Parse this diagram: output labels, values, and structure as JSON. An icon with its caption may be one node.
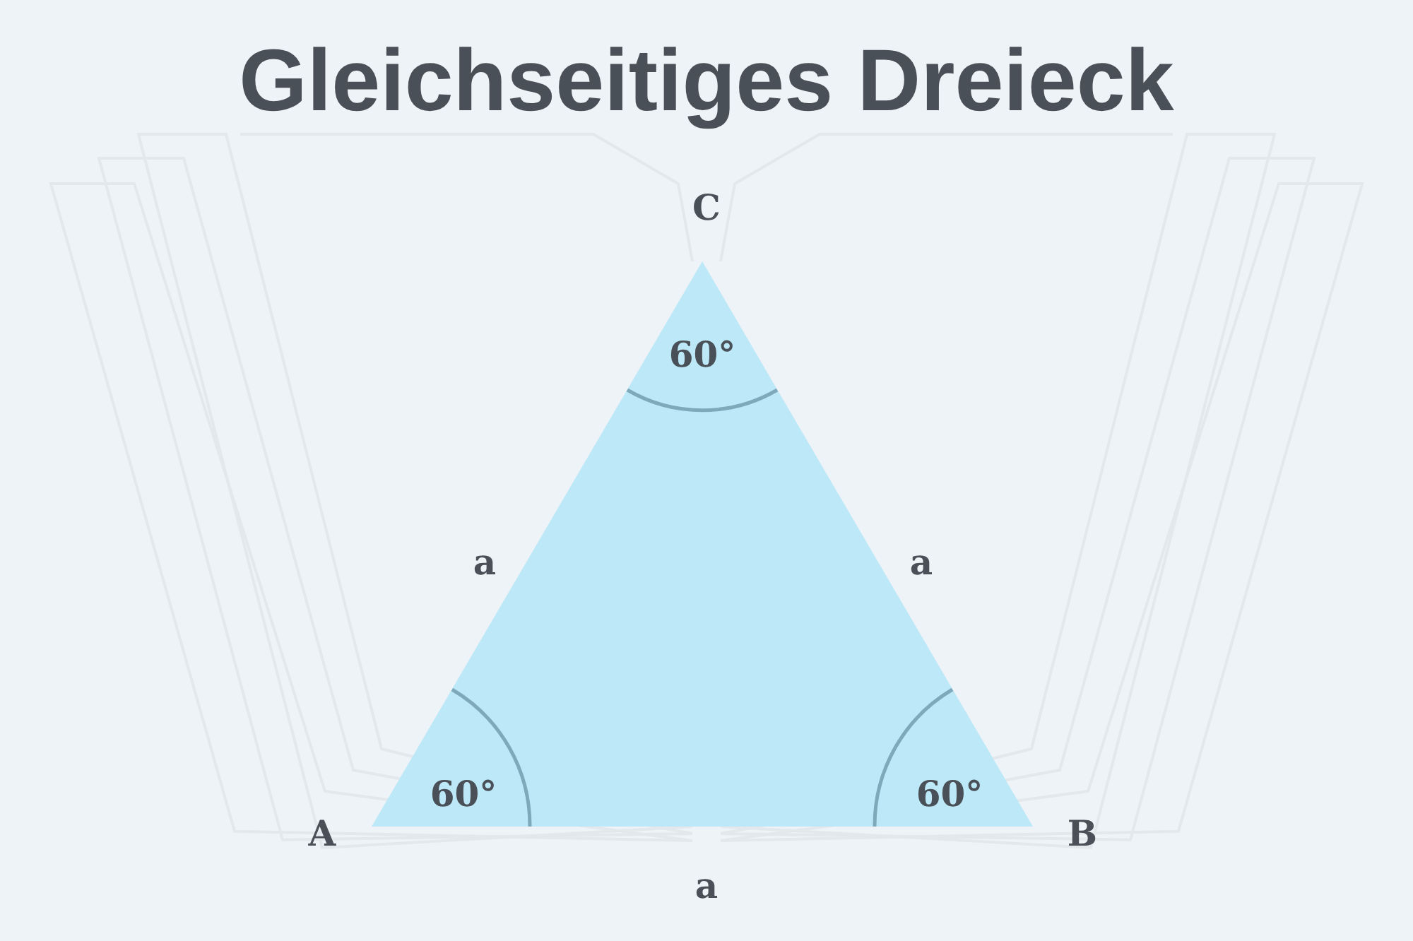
{
  "diagram": {
    "title": "Gleichseitiges Dreieck",
    "nodes": [
      {
        "text": [
          "60°",
          "60°",
          "60°"
        ]
      }
    ],
    "labels": [
      "C",
      "a",
      "a",
      "A",
      "B",
      "a"
    ]
  }
}
